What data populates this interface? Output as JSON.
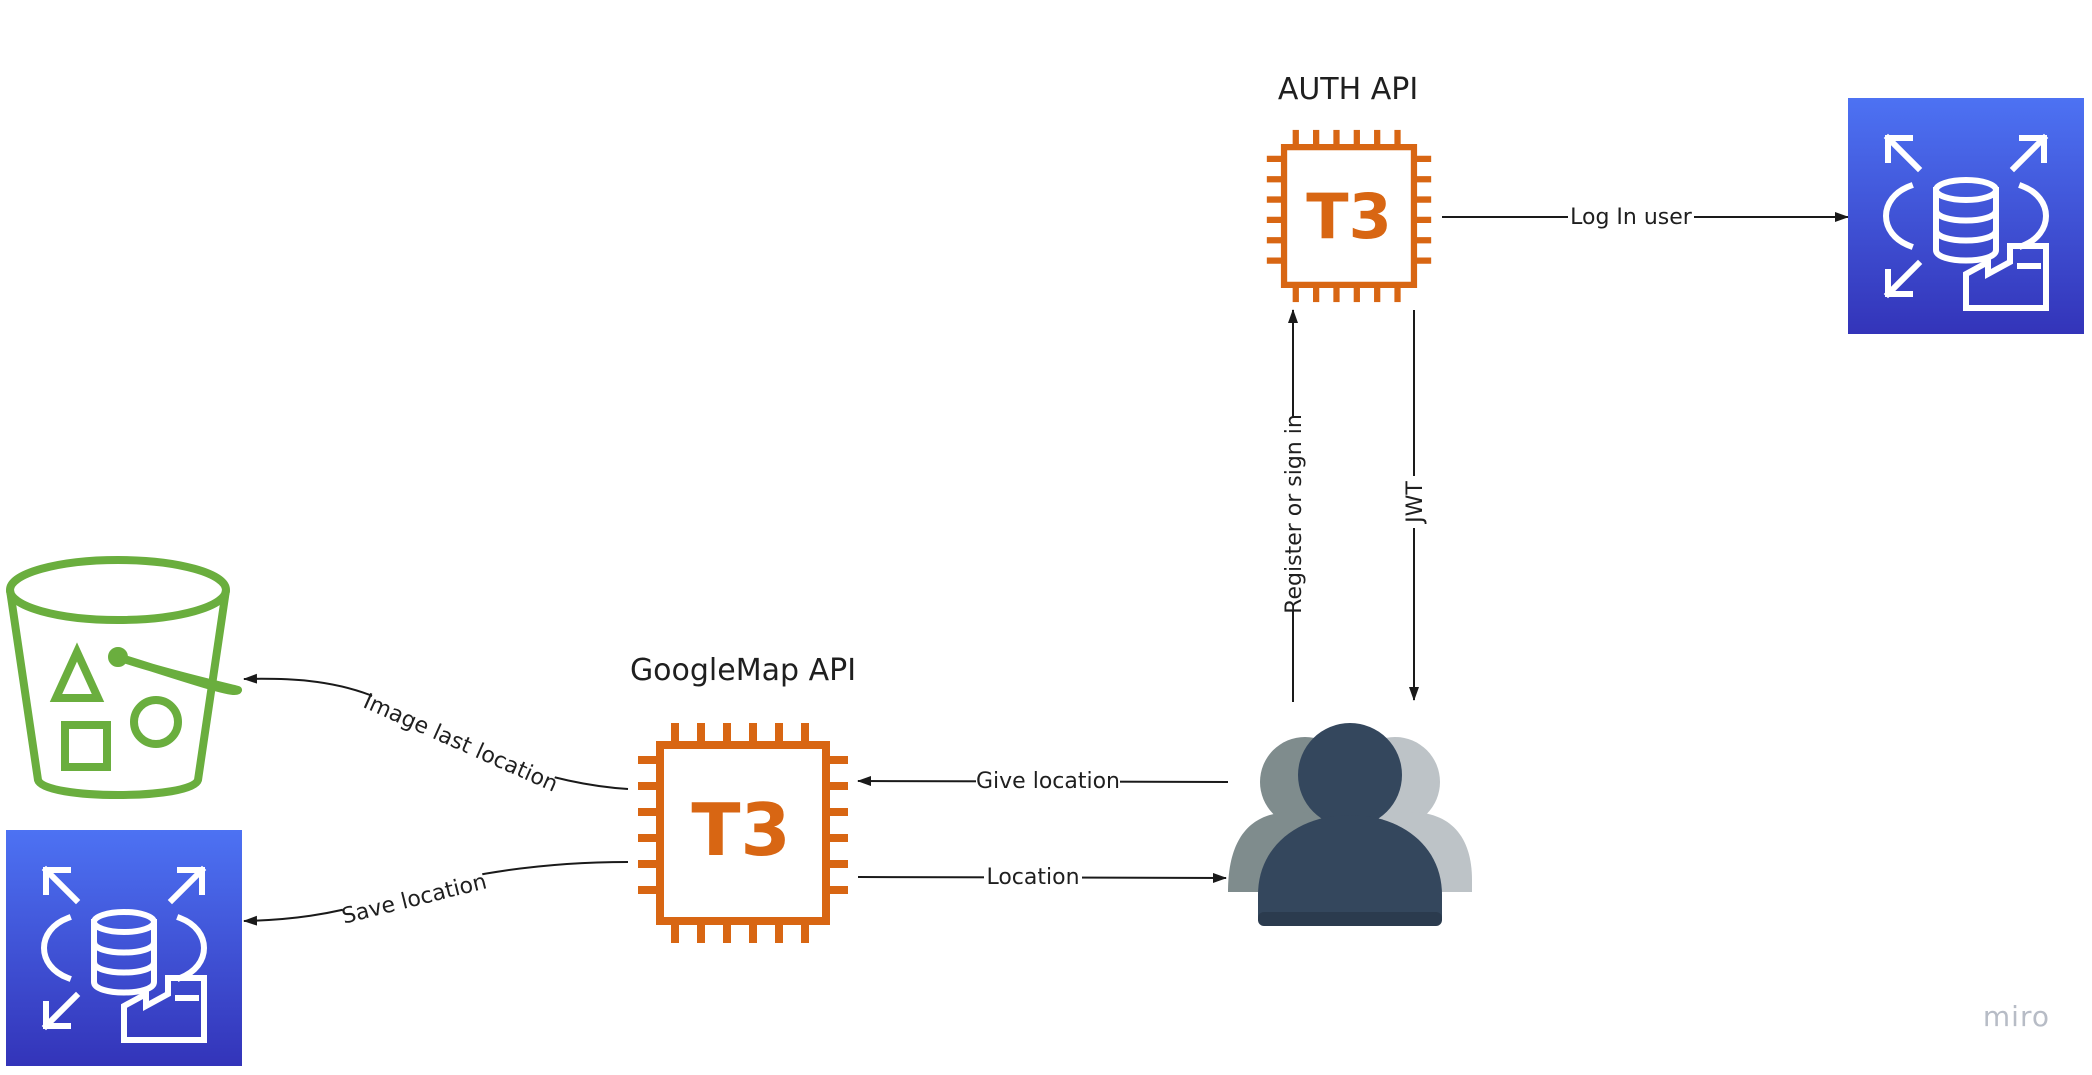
{
  "nodes": {
    "auth_api": {
      "title": "AUTH API",
      "chip_text": "T3",
      "icon": "ec2-instance-icon"
    },
    "googlemap_api": {
      "title": "GoogleMap API",
      "chip_text": "T3",
      "icon": "ec2-instance-icon"
    },
    "users": {
      "icon": "users-group-icon"
    },
    "s3_bucket": {
      "icon": "s3-bucket-icon"
    },
    "rds_top": {
      "icon": "rds-database-icon"
    },
    "rds_bottom": {
      "icon": "rds-database-icon"
    }
  },
  "edges": {
    "log_in_user": "Log In user",
    "register_or_sign_in": "Register or sign in",
    "jwt": "JWT",
    "give_location": "Give location",
    "location": "Location",
    "image_last_location": "Image last location",
    "save_location": "Save location"
  },
  "watermark": "miro",
  "colors": {
    "ec2_orange": "#D86613",
    "s3_green": "#6AAE3E",
    "rds_blue_top": "#4D72F3",
    "rds_blue_bottom": "#3334B9",
    "user_front": "#34475D",
    "user_back_left": "#7F8C8D",
    "user_back_right": "#BDC3C7"
  }
}
